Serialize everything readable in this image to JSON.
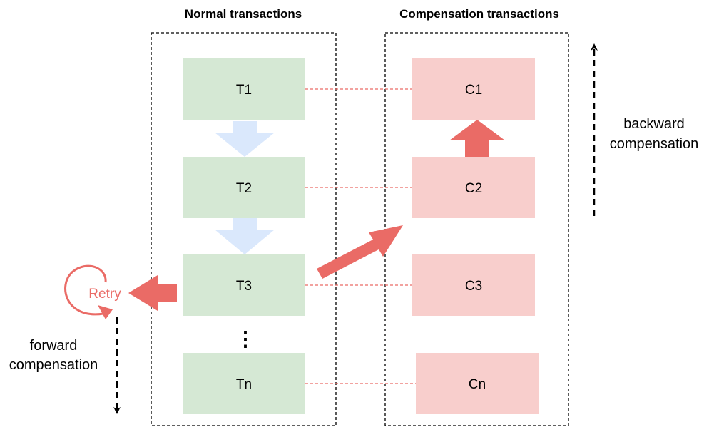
{
  "headers": {
    "normal": "Normal transactions",
    "compensation": "Compensation transactions"
  },
  "normal_boxes": [
    "T1",
    "T2",
    "T3",
    "Tn"
  ],
  "compensation_boxes": [
    "C1",
    "C2",
    "C3",
    "Cn"
  ],
  "ellipsis": "⋮",
  "retry_label": "Retry",
  "backward_label": [
    "backward",
    "compensation"
  ],
  "forward_label": [
    "forward",
    "compensation"
  ],
  "colors": {
    "normal_fill": "#d5e8d4",
    "compensation_fill": "#f8cecc",
    "flow_arrow": "#dae8fc",
    "red_arrow": "#ea6b66",
    "link_line": "#ea6b66",
    "border": "#000000"
  }
}
